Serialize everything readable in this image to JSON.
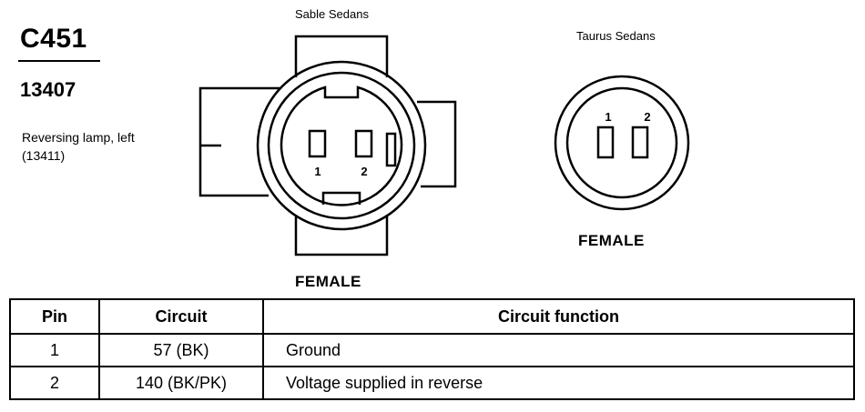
{
  "header": {
    "connector_id": "C451",
    "part_number": "13407",
    "description_line1": "Reversing lamp, left",
    "description_line2": "(13411)"
  },
  "left_connector": {
    "variant": "Sable Sedans",
    "gender": "FEMALE",
    "pin_labels": [
      "1",
      "2"
    ]
  },
  "right_connector": {
    "variant": "Taurus Sedans",
    "gender": "FEMALE",
    "pin_labels": [
      "1",
      "2"
    ]
  },
  "pin_table": {
    "headers": [
      "Pin",
      "Circuit",
      "Circuit function"
    ],
    "rows": [
      {
        "pin": "1",
        "circuit": "57 (BK)",
        "function": "Ground"
      },
      {
        "pin": "2",
        "circuit": "140 (BK/PK)",
        "function": "Voltage supplied in reverse"
      }
    ]
  }
}
